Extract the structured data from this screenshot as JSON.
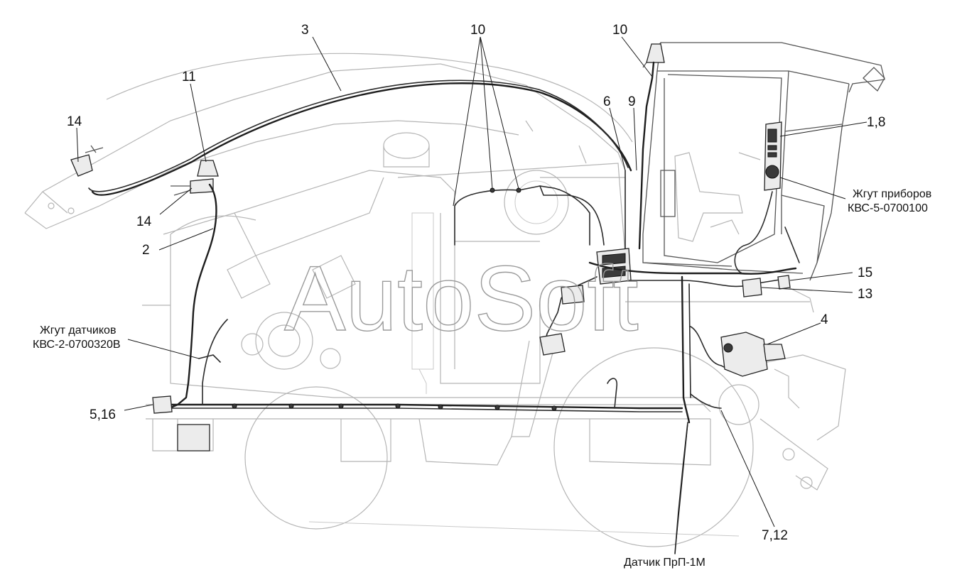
{
  "watermark": "AutoSoft",
  "callouts": {
    "c3": "3",
    "c10a": "10",
    "c10b": "10",
    "c11": "11",
    "c14a": "14",
    "c14b": "14",
    "c2": "2",
    "c6": "6",
    "c9": "9",
    "c18": "1,8",
    "c15": "15",
    "c13": "13",
    "c4": "4",
    "c516": "5,16",
    "c712": "7,12"
  },
  "notes": {
    "instrument_harness_line1": "Жгут приборов",
    "instrument_harness_line2": "КВС-5-0700100",
    "sensor_harness_line1": "Жгут датчиков",
    "sensor_harness_line2": "КВС-2-0700320В",
    "sensor": "Датчик ПрП-1М"
  }
}
